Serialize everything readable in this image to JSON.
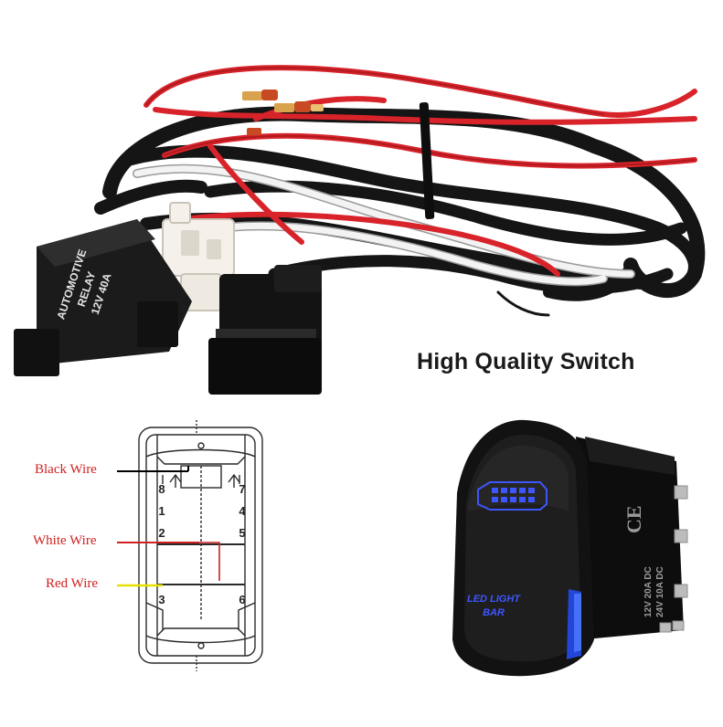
{
  "headline": "High Quality Switch",
  "relay": {
    "line1": "AUTOMOTIVE",
    "line2": "RELAY",
    "line3": "12V 40A"
  },
  "diagram": {
    "labels": {
      "black": "Black Wire",
      "white": "White Wire",
      "red": "Red Wire"
    },
    "pins": {
      "p8": "8",
      "p7": "7",
      "p1": "1",
      "p4": "4",
      "p2": "2",
      "p5": "5",
      "p3": "3",
      "p6": "6"
    }
  },
  "rocker_switch": {
    "legend_line1": "LED LIGHT",
    "legend_line2": "BAR",
    "rating_col1": "12V 20A DC",
    "rating_col2": "24V 10A DC",
    "cert_mark": "CE"
  },
  "colors": {
    "wire_red": "#d8232a",
    "wire_black": "#151515",
    "wire_white": "#f3f3f3",
    "switch_led_blue": "#3e56ff",
    "label_red": "#d12020",
    "diagram_yellow": "#e8e000"
  }
}
